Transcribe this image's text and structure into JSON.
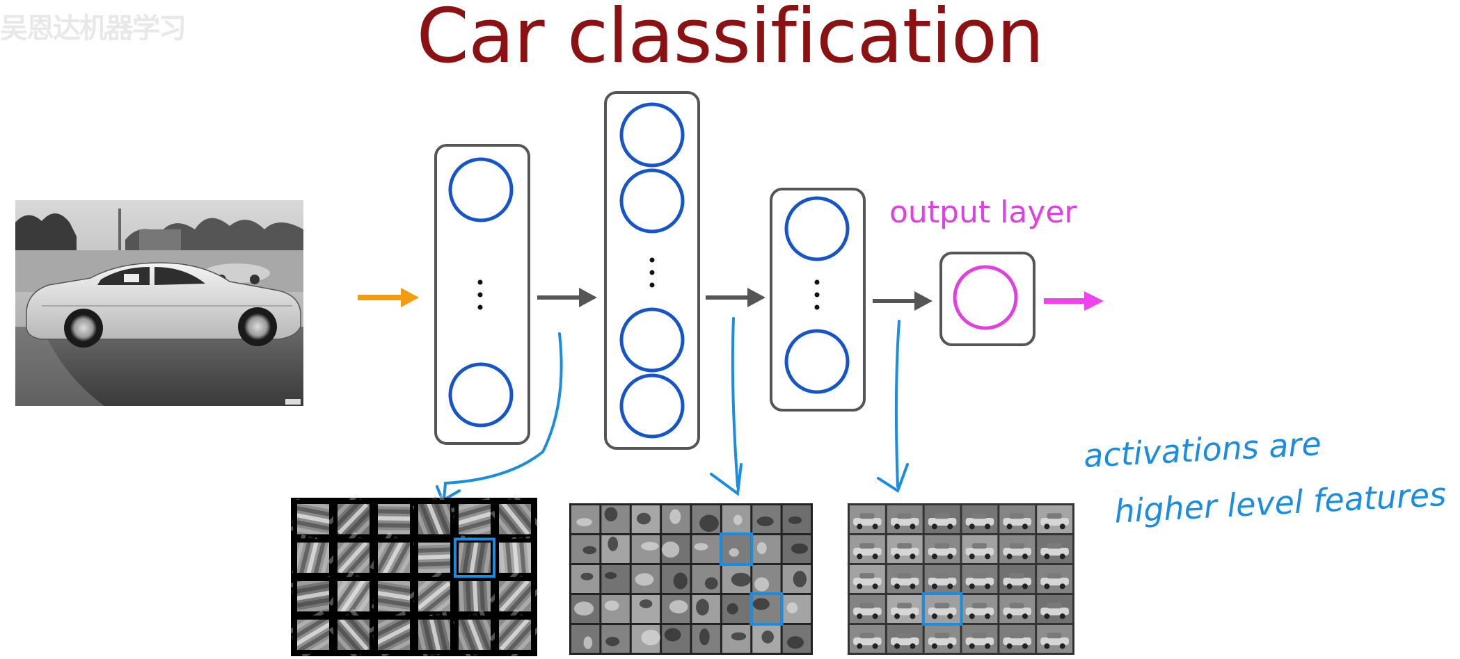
{
  "title": "Car classification",
  "watermark": "吴恩达机器学习",
  "output_label": "output layer",
  "annotation": {
    "line1": "activations are",
    "line2": "higher level features"
  },
  "colors": {
    "title": "#8b1113",
    "input_arrow": "#f39c12",
    "layer_arrow": "#555555",
    "neuron": "#1655c9",
    "output_neuron": "#e040e0",
    "output_arrow": "#ee44ee",
    "annotation": "#1a8de0"
  },
  "layers": [
    {
      "name": "hidden-layer-1",
      "neurons_shown": 2,
      "has_ellipsis": true
    },
    {
      "name": "hidden-layer-2",
      "neurons_shown": 4,
      "has_ellipsis": true
    },
    {
      "name": "hidden-layer-3",
      "neurons_shown": 2,
      "has_ellipsis": true
    },
    {
      "name": "output-layer",
      "neurons_shown": 1,
      "has_ellipsis": false
    }
  ],
  "feature_grids": [
    {
      "name": "layer1-features",
      "rows": 4,
      "cols": 6,
      "highlighted": [
        [
          1,
          4
        ]
      ]
    },
    {
      "name": "layer2-features",
      "rows": 5,
      "cols": 8,
      "highlighted": [
        [
          1,
          5
        ],
        [
          3,
          6
        ]
      ]
    },
    {
      "name": "layer3-features",
      "rows": 5,
      "cols": 6,
      "highlighted": [
        [
          3,
          2
        ]
      ]
    }
  ],
  "icons": [
    "car-photo",
    "neuron-circle",
    "arrow-right",
    "hand-drawn-arrow"
  ]
}
